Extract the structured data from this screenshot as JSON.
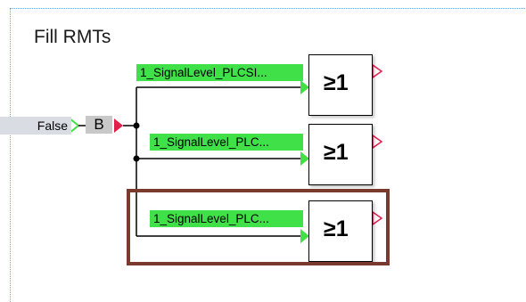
{
  "network": {
    "title": "Fill RMTs"
  },
  "input": {
    "value_label": "False",
    "block_label": "B"
  },
  "rungs": [
    {
      "signal_label": "1_SignalLevel_PLCSI...",
      "gate_label": "≥1"
    },
    {
      "signal_label": "1_SignalLevel_PLC...",
      "gate_label": "≥1"
    },
    {
      "signal_label": "1_SignalLevel_PLC...",
      "gate_label": "≥1",
      "highlighted": true
    }
  ],
  "colors": {
    "signal_fill": "#3fe048",
    "wire": "#000000",
    "input_arrow": "#3fe048",
    "output_arrow": "#e0204a",
    "highlight_border": "#7a3b2e",
    "network_border": "#6fa8dc"
  }
}
